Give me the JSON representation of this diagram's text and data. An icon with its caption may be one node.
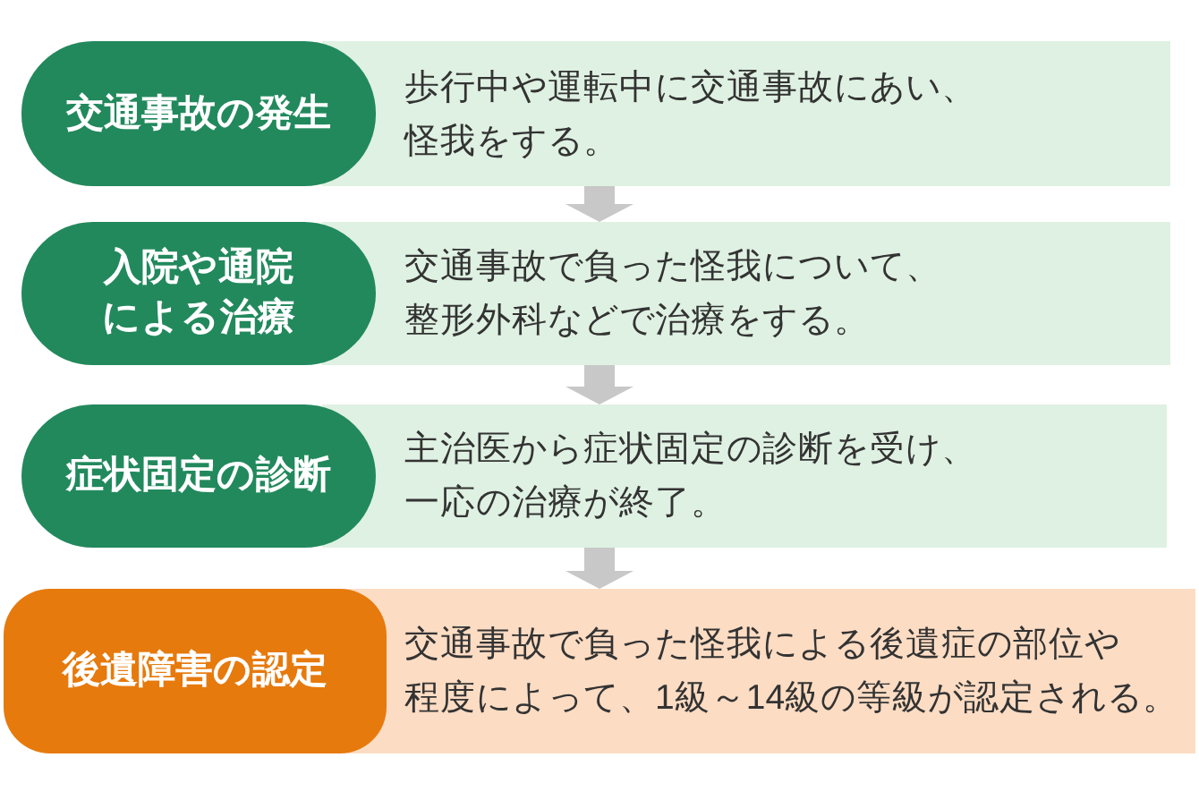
{
  "diagram": {
    "nodes": [
      {
        "text": [
          "交通事故の発生"
        ]
      },
      {
        "text": [
          "歩行中や運転中に交通事故にあい、怪我をする。"
        ]
      },
      {
        "text": [
          "入院や通院による治療"
        ]
      },
      {
        "text": [
          "交通事故で負った怪我について、整形外科などで治療をする。"
        ]
      },
      {
        "text": [
          "症状固定の診断"
        ]
      },
      {
        "text": [
          "主治医から症状固定の診断を受け、一応の治療が終了。"
        ]
      },
      {
        "text": [
          "後遺障害の認定"
        ]
      },
      {
        "text": [
          "交通事故で負った怪我による後遺症の部位や程度によって、1級～14級の等級が認定される。"
        ]
      }
    ],
    "edges": [
      {
        "from": 1,
        "to": 3,
        "arrow": "to"
      },
      {
        "from": 3,
        "to": 5,
        "arrow": "to"
      },
      {
        "from": 5,
        "to": 7,
        "arrow": "to"
      }
    ]
  }
}
